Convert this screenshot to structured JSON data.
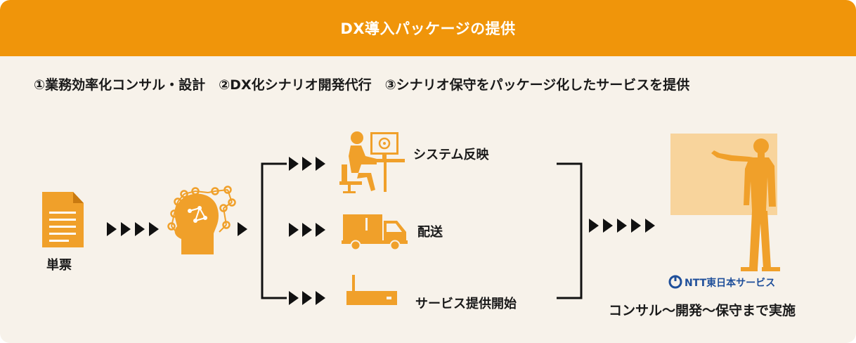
{
  "header": {
    "title": "DX導入パッケージの提供"
  },
  "subtitle": "①業務効率化コンサル・設計　②DX化シナリオ開発代行　③シナリオ保守をパッケージ化したサービスを提供",
  "nodes": {
    "document_label": "単票",
    "outputs": [
      {
        "label": "システム反映",
        "icon": "desk-computer-icon"
      },
      {
        "label": "配送",
        "icon": "truck-icon"
      },
      {
        "label": "サービス提供開始",
        "icon": "router-icon"
      }
    ]
  },
  "brand": {
    "logo_text": "NTT東日本サービス"
  },
  "result_label": "コンサル〜開発〜保守まで実施",
  "colors": {
    "accent": "#f0950a",
    "icon": "#f0a02a",
    "board": "#f8d49c",
    "background": "#f7f2ea",
    "text": "#1a1a1a",
    "logo": "#1f4f9a"
  }
}
